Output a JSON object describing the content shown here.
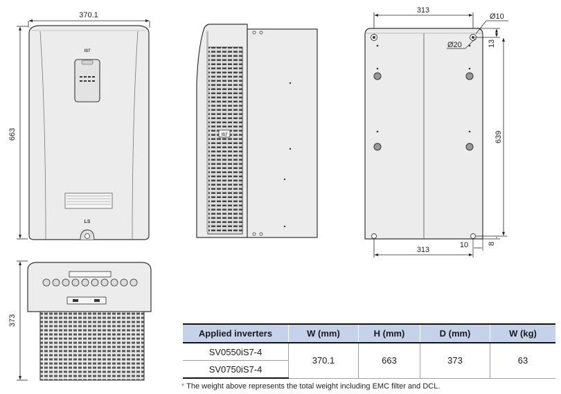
{
  "front_view": {
    "width_label": "370.1",
    "height_label": "663",
    "model_logo": "iS7",
    "brand_logo": "LS"
  },
  "side_view": {
    "badge": "iS7"
  },
  "rear_view": {
    "top_width_label": "313",
    "bottom_width_label": "313",
    "hole_small_label": "Ø10",
    "hole_large_label": "Ø20",
    "top_offset_label": "13",
    "hole_pitch_label": "639",
    "bottom_offset_label": "8",
    "side_offset_label": "10"
  },
  "top_view": {
    "depth_label": "373"
  },
  "spec_table": {
    "headers": {
      "model": "Applied inverters",
      "w": "W (mm)",
      "h": "H (mm)",
      "d": "D (mm)",
      "weight": "W (kg)"
    },
    "models": [
      "SV0550iS7-4",
      "SV0750iS7-4"
    ],
    "values": {
      "w": "370.1",
      "h": "663",
      "d": "373",
      "weight": "63"
    }
  },
  "footnote": {
    "mark": "*",
    "text": " The weight above represents the total weight including EMC filter and DCL."
  },
  "colors": {
    "body_fill": "#ececec",
    "outline": "#333333",
    "header_fill": "#c4d3ea",
    "footnote_mark": "#e06020"
  }
}
